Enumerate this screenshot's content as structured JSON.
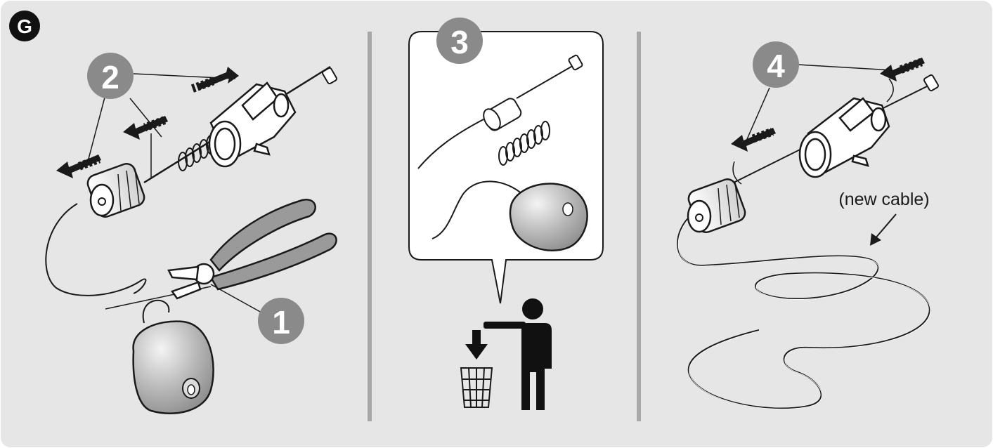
{
  "figure_label": "G",
  "steps": [
    {
      "number": "1"
    },
    {
      "number": "2"
    },
    {
      "number": "3"
    },
    {
      "number": "4"
    }
  ],
  "annotations": {
    "new_cable": "(new cable)"
  },
  "icons": [
    "pliers-icon",
    "knob-icon",
    "spring-icon",
    "ball-icon",
    "pull-arrow-icon",
    "trash-bin-icon",
    "person-icon",
    "down-arrow-icon"
  ],
  "colors": {
    "badge_fill": "#8a8a8a",
    "panel_bg": "#e6e6e6",
    "divider": "#a8a8a8",
    "label_fill": "#111111"
  }
}
